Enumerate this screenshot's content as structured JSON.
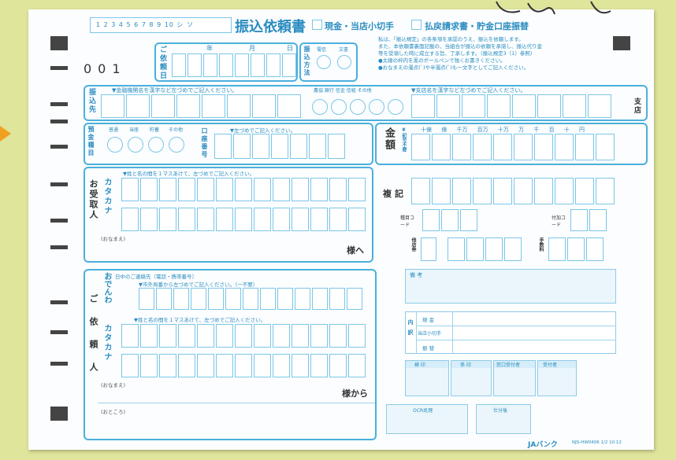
{
  "form": {
    "title": "振込依頼書",
    "option1": "現金・当店小切手",
    "option2": "払戻請求書・貯金口座振替",
    "serial_digits": "1 2 3 4 5 6 7 8 9 10 シ ソ ",
    "form_number": "001",
    "notice_lines": [
      "私は、「振込規定」の各条項を承認のうえ、振込を依頼します。",
      "また、本依頼書裏面記載の、当組合が振込の依頼を承諾し、振込代り金",
      "等を受領した時に成立する旨、了承します。（振込規定3（1）参照）",
      "●太線の枠内を黒のボールペンで強くお書きください。",
      "●おなまえの濁点(ﾞ)や半濁点(ﾟ)も一文字としてご記入ください。"
    ],
    "date_label": "ご依頼日",
    "year": "年",
    "month": "月",
    "day": "日",
    "method_label": "振込方法",
    "method_options": [
      "電信",
      "文書"
    ],
    "bank_types": "農協 銀行 信金 信組 その他",
    "transfer_to_label": "振込先",
    "bank_instruction": "▼金融機関名を漢字など左づめでご記入ください。",
    "branch_instruction": "▼支店名を漢字など左づめでご記入ください。",
    "branch_label": "支店",
    "deposit_type_label": "預金種目",
    "deposit_types": [
      "普通",
      "当座",
      "貯蓄",
      "その他"
    ],
    "account_label": "口座番号",
    "account_instruction": "▼左づめでご記入ください。",
    "amount_label": "金額",
    "amount_sub": "¥記号不要",
    "amount_units": "十億 億 千万 百万 十万 万 千 百 十 円",
    "recipient_label": "お受取人",
    "katakana_label": "カタカナ",
    "name_instruction": "▼姓と名の間を１マスあけて、左づめでご記入ください。",
    "name_small": "(おなまえ)",
    "recipient_suffix": "様へ",
    "duplicate_label": "複記",
    "code_label": "種目コード",
    "fuka_label": "付加コード",
    "branch_no_label": "他店券",
    "fee_label": "手数料",
    "remarks_label": "備 考",
    "sender_label": "ご依頼人",
    "contact_label": "おでんわ",
    "contact_instruction": "日中のご連絡先（電話・携帯番号）",
    "contact_instruction2": "▼市外局番から左づめでご記入ください。（一不要）",
    "address_small": "(おところ)",
    "sender_suffix": "様から",
    "breakdown_label": "内訳",
    "breakdown_rows": [
      "現 金",
      "当店小切手",
      "振 替"
    ],
    "stamps": [
      "検 印",
      "係 印",
      "窓口受付者",
      "受付者"
    ],
    "ocr_label": "OCR処理",
    "sort_label": "仕分後",
    "footer": "JAバンク",
    "footer_code": "NJS-HW0406 1/2 10.12"
  }
}
